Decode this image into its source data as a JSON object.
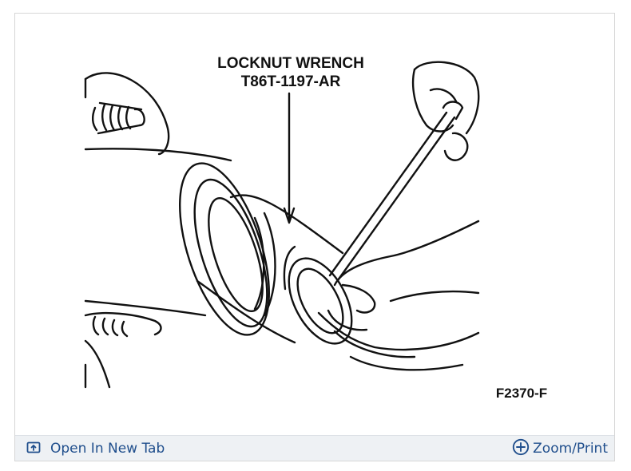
{
  "figure": {
    "callout_line1": "LOCKNUT WRENCH",
    "callout_line2": "T86T-1197-AR",
    "figure_id": "F2370-F"
  },
  "toolbar": {
    "open_tab_label": "Open In New Tab",
    "zoom_label": "Zoom/Print",
    "open_tab_icon": "open-in-new-tab-icon",
    "zoom_icon": "zoom-plus-icon"
  },
  "colors": {
    "link": "#1f4e8c",
    "toolbar_bg": "#eef1f4",
    "border": "#d6d6d6"
  }
}
